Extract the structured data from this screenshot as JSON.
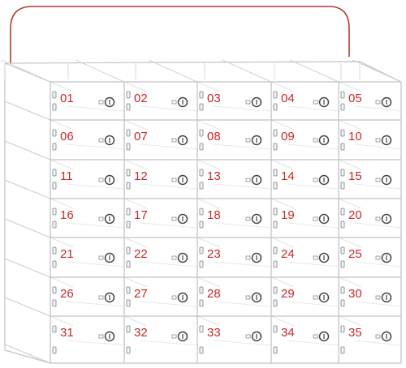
{
  "product": {
    "lockers": [
      {
        "number": "01"
      },
      {
        "number": "02"
      },
      {
        "number": "03"
      },
      {
        "number": "04"
      },
      {
        "number": "05"
      },
      {
        "number": "06"
      },
      {
        "number": "07"
      },
      {
        "number": "08"
      },
      {
        "number": "09"
      },
      {
        "number": "10"
      },
      {
        "number": "11"
      },
      {
        "number": "12"
      },
      {
        "number": "13"
      },
      {
        "number": "14"
      },
      {
        "number": "15"
      },
      {
        "number": "16"
      },
      {
        "number": "17"
      },
      {
        "number": "18"
      },
      {
        "number": "19"
      },
      {
        "number": "20"
      },
      {
        "number": "21"
      },
      {
        "number": "22"
      },
      {
        "number": "23"
      },
      {
        "number": "24"
      },
      {
        "number": "25"
      },
      {
        "number": "26"
      },
      {
        "number": "27"
      },
      {
        "number": "28"
      },
      {
        "number": "29"
      },
      {
        "number": "30"
      },
      {
        "number": "31"
      },
      {
        "number": "32"
      },
      {
        "number": "33"
      },
      {
        "number": "34"
      },
      {
        "number": "35"
      }
    ],
    "colors": {
      "label": "#c62828",
      "edge": "#bfc3c8",
      "lock": "#444444",
      "handle": "#b03a2e"
    }
  }
}
